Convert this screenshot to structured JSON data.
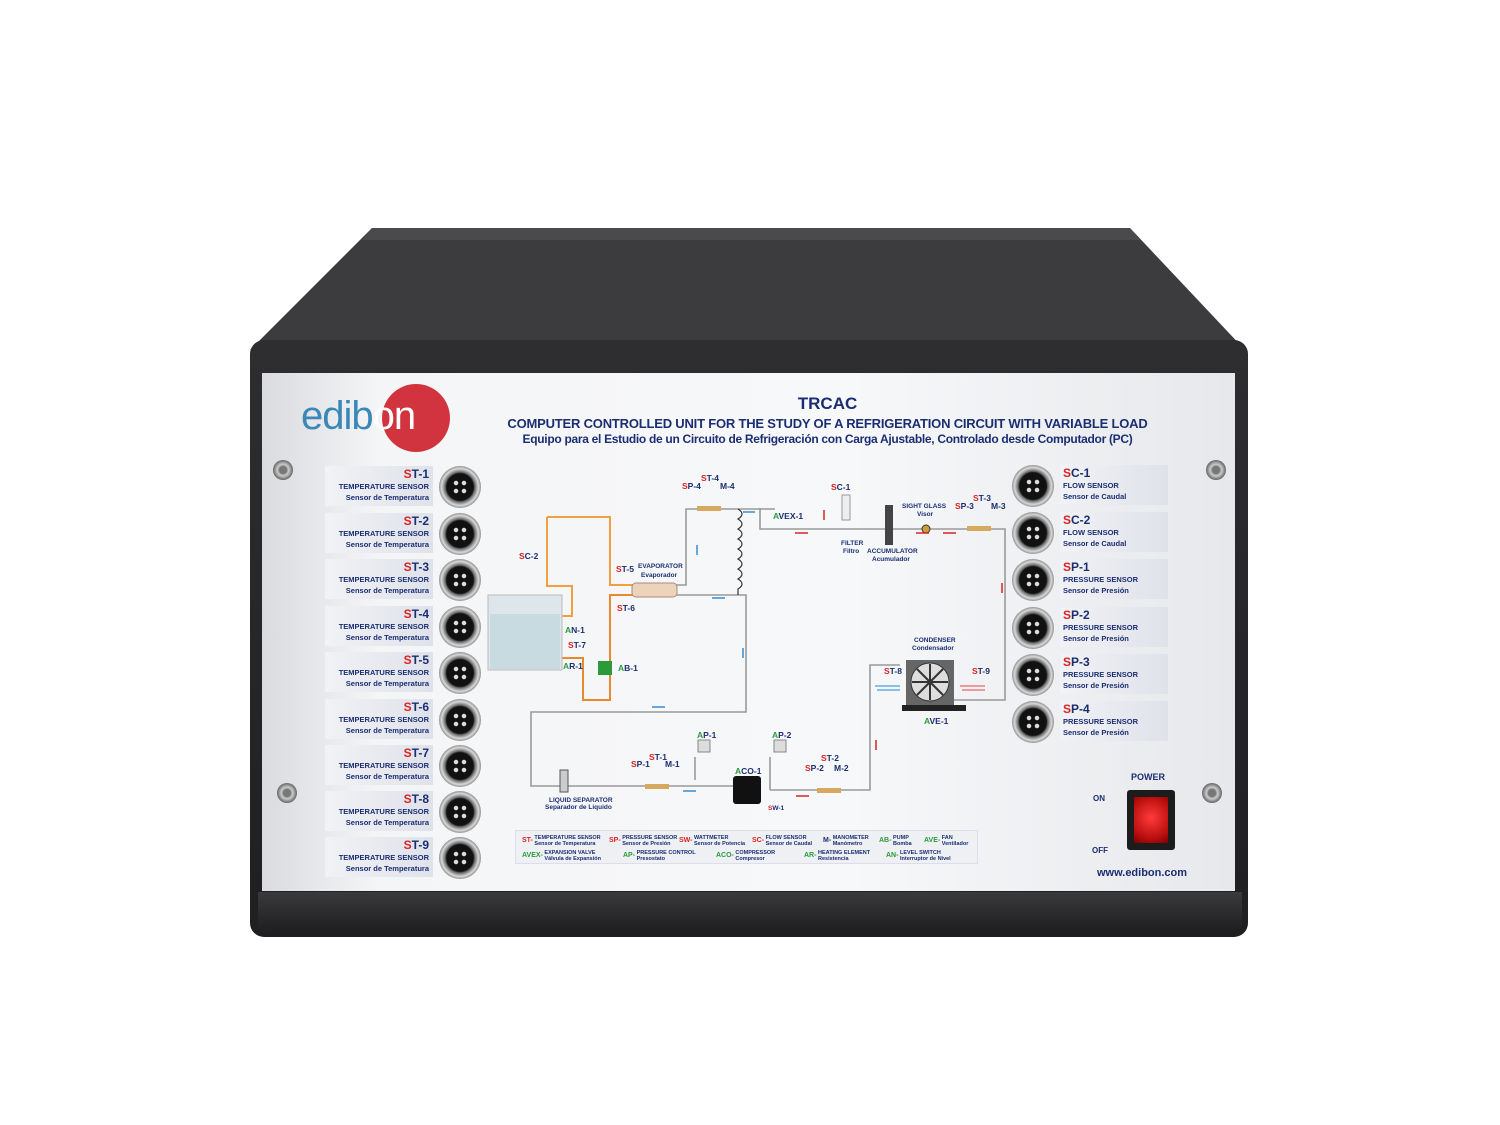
{
  "brand": {
    "logo_text_a": "edib",
    "logo_text_b": "on"
  },
  "header": {
    "model": "TRCAC",
    "title_en": "COMPUTER CONTROLLED UNIT FOR THE STUDY OF A REFRIGERATION CIRCUIT WITH VARIABLE LOAD",
    "title_es": "Equipo para el Estudio de un Circuito de Refrigeración con Carga Ajustable, Controlado desde Computador (PC)"
  },
  "left_connectors": [
    {
      "code": "ST-1",
      "en": "TEMPERATURE SENSOR",
      "es": "Sensor de Temperatura"
    },
    {
      "code": "ST-2",
      "en": "TEMPERATURE SENSOR",
      "es": "Sensor de Temperatura"
    },
    {
      "code": "ST-3",
      "en": "TEMPERATURE SENSOR",
      "es": "Sensor de Temperatura"
    },
    {
      "code": "ST-4",
      "en": "TEMPERATURE SENSOR",
      "es": "Sensor de Temperatura"
    },
    {
      "code": "ST-5",
      "en": "TEMPERATURE SENSOR",
      "es": "Sensor de Temperatura"
    },
    {
      "code": "ST-6",
      "en": "TEMPERATURE SENSOR",
      "es": "Sensor de Temperatura"
    },
    {
      "code": "ST-7",
      "en": "TEMPERATURE SENSOR",
      "es": "Sensor de Temperatura"
    },
    {
      "code": "ST-8",
      "en": "TEMPERATURE SENSOR",
      "es": "Sensor de Temperatura"
    },
    {
      "code": "ST-9",
      "en": "TEMPERATURE SENSOR",
      "es": "Sensor de Temperatura"
    }
  ],
  "right_connectors": [
    {
      "code": "SC-1",
      "en": "FLOW SENSOR",
      "es": "Sensor de Caudal"
    },
    {
      "code": "SC-2",
      "en": "FLOW SENSOR",
      "es": "Sensor de Caudal"
    },
    {
      "code": "SP-1",
      "en": "PRESSURE SENSOR",
      "es": "Sensor de Presión"
    },
    {
      "code": "SP-2",
      "en": "PRESSURE SENSOR",
      "es": "Sensor de Presión"
    },
    {
      "code": "SP-3",
      "en": "PRESSURE SENSOR",
      "es": "Sensor de Presión"
    },
    {
      "code": "SP-4",
      "en": "PRESSURE SENSOR",
      "es": "Sensor de Presión"
    }
  ],
  "diagram": {
    "tags": [
      "ST-4",
      "SP-4",
      "M-4",
      "AVEX-1",
      "SC-1",
      "SP-3",
      "ST-3",
      "M-3",
      "SC-2",
      "ST-5",
      "ST-6",
      "AN-1",
      "ST-7",
      "AR-1",
      "AB-1",
      "ST-8",
      "ST-9",
      "AVE-1",
      "AP-1",
      "AP-2",
      "ST-1",
      "SP-1",
      "M-1",
      "ACO-1",
      "ST-2",
      "SP-2",
      "M-2",
      "SW-1"
    ],
    "sight_glass": "SIGHT GLASS",
    "sight_glass_es": "Visor",
    "filter": "FILTER",
    "filter_es": "Filtro",
    "accumulator": "ACCUMULATOR",
    "accumulator_es": "Acumulador",
    "evaporator": "EVAPORATOR",
    "evaporator_es": "Evaporador",
    "condenser": "CONDENSER",
    "condenser_es": "Condensador",
    "liquid_separator": "LIQUID SEPARATOR",
    "liquid_separator_es": "Separador de Liquido"
  },
  "legend": [
    {
      "code": "ST-",
      "en": "TEMPERATURE SENSOR",
      "es": "Sensor de Temperatura"
    },
    {
      "code": "SP-",
      "en": "PRESSURE SENSOR",
      "es": "Sensor de Presión"
    },
    {
      "code": "SW-",
      "en": "WATTMETER",
      "es": "Sensor de Potencia"
    },
    {
      "code": "SC-",
      "en": "FLOW SENSOR",
      "es": "Sensor de Caudal"
    },
    {
      "code": "M-",
      "en": "MANOMETER",
      "es": "Manómetro"
    },
    {
      "code": "AB-",
      "en": "PUMP",
      "es": "Bomba"
    },
    {
      "code": "AVE-",
      "en": "FAN",
      "es": "Ventilador"
    },
    {
      "code": "AVEX-",
      "en": "EXPANSION VALVE",
      "es": "Válvula de Expansión"
    },
    {
      "code": "AP-",
      "en": "PRESSURE CONTROL",
      "es": "Presostato"
    },
    {
      "code": "ACO-",
      "en": "COMPRESSOR",
      "es": "Compresor"
    },
    {
      "code": "AR-",
      "en": "HEATING ELEMENT",
      "es": "Resistencia"
    },
    {
      "code": "AN-",
      "en": "LEVEL SWITCH",
      "es": "Interruptor de Nivel"
    }
  ],
  "power": {
    "label": "POWER",
    "on": "ON",
    "off": "OFF"
  },
  "website": "www.edibon.com",
  "colors": {
    "navy": "#1b2e72",
    "red": "#d22222",
    "green": "#2a9a3a",
    "logo_red": "#d2343f",
    "logo_blue": "#3a87b8"
  }
}
